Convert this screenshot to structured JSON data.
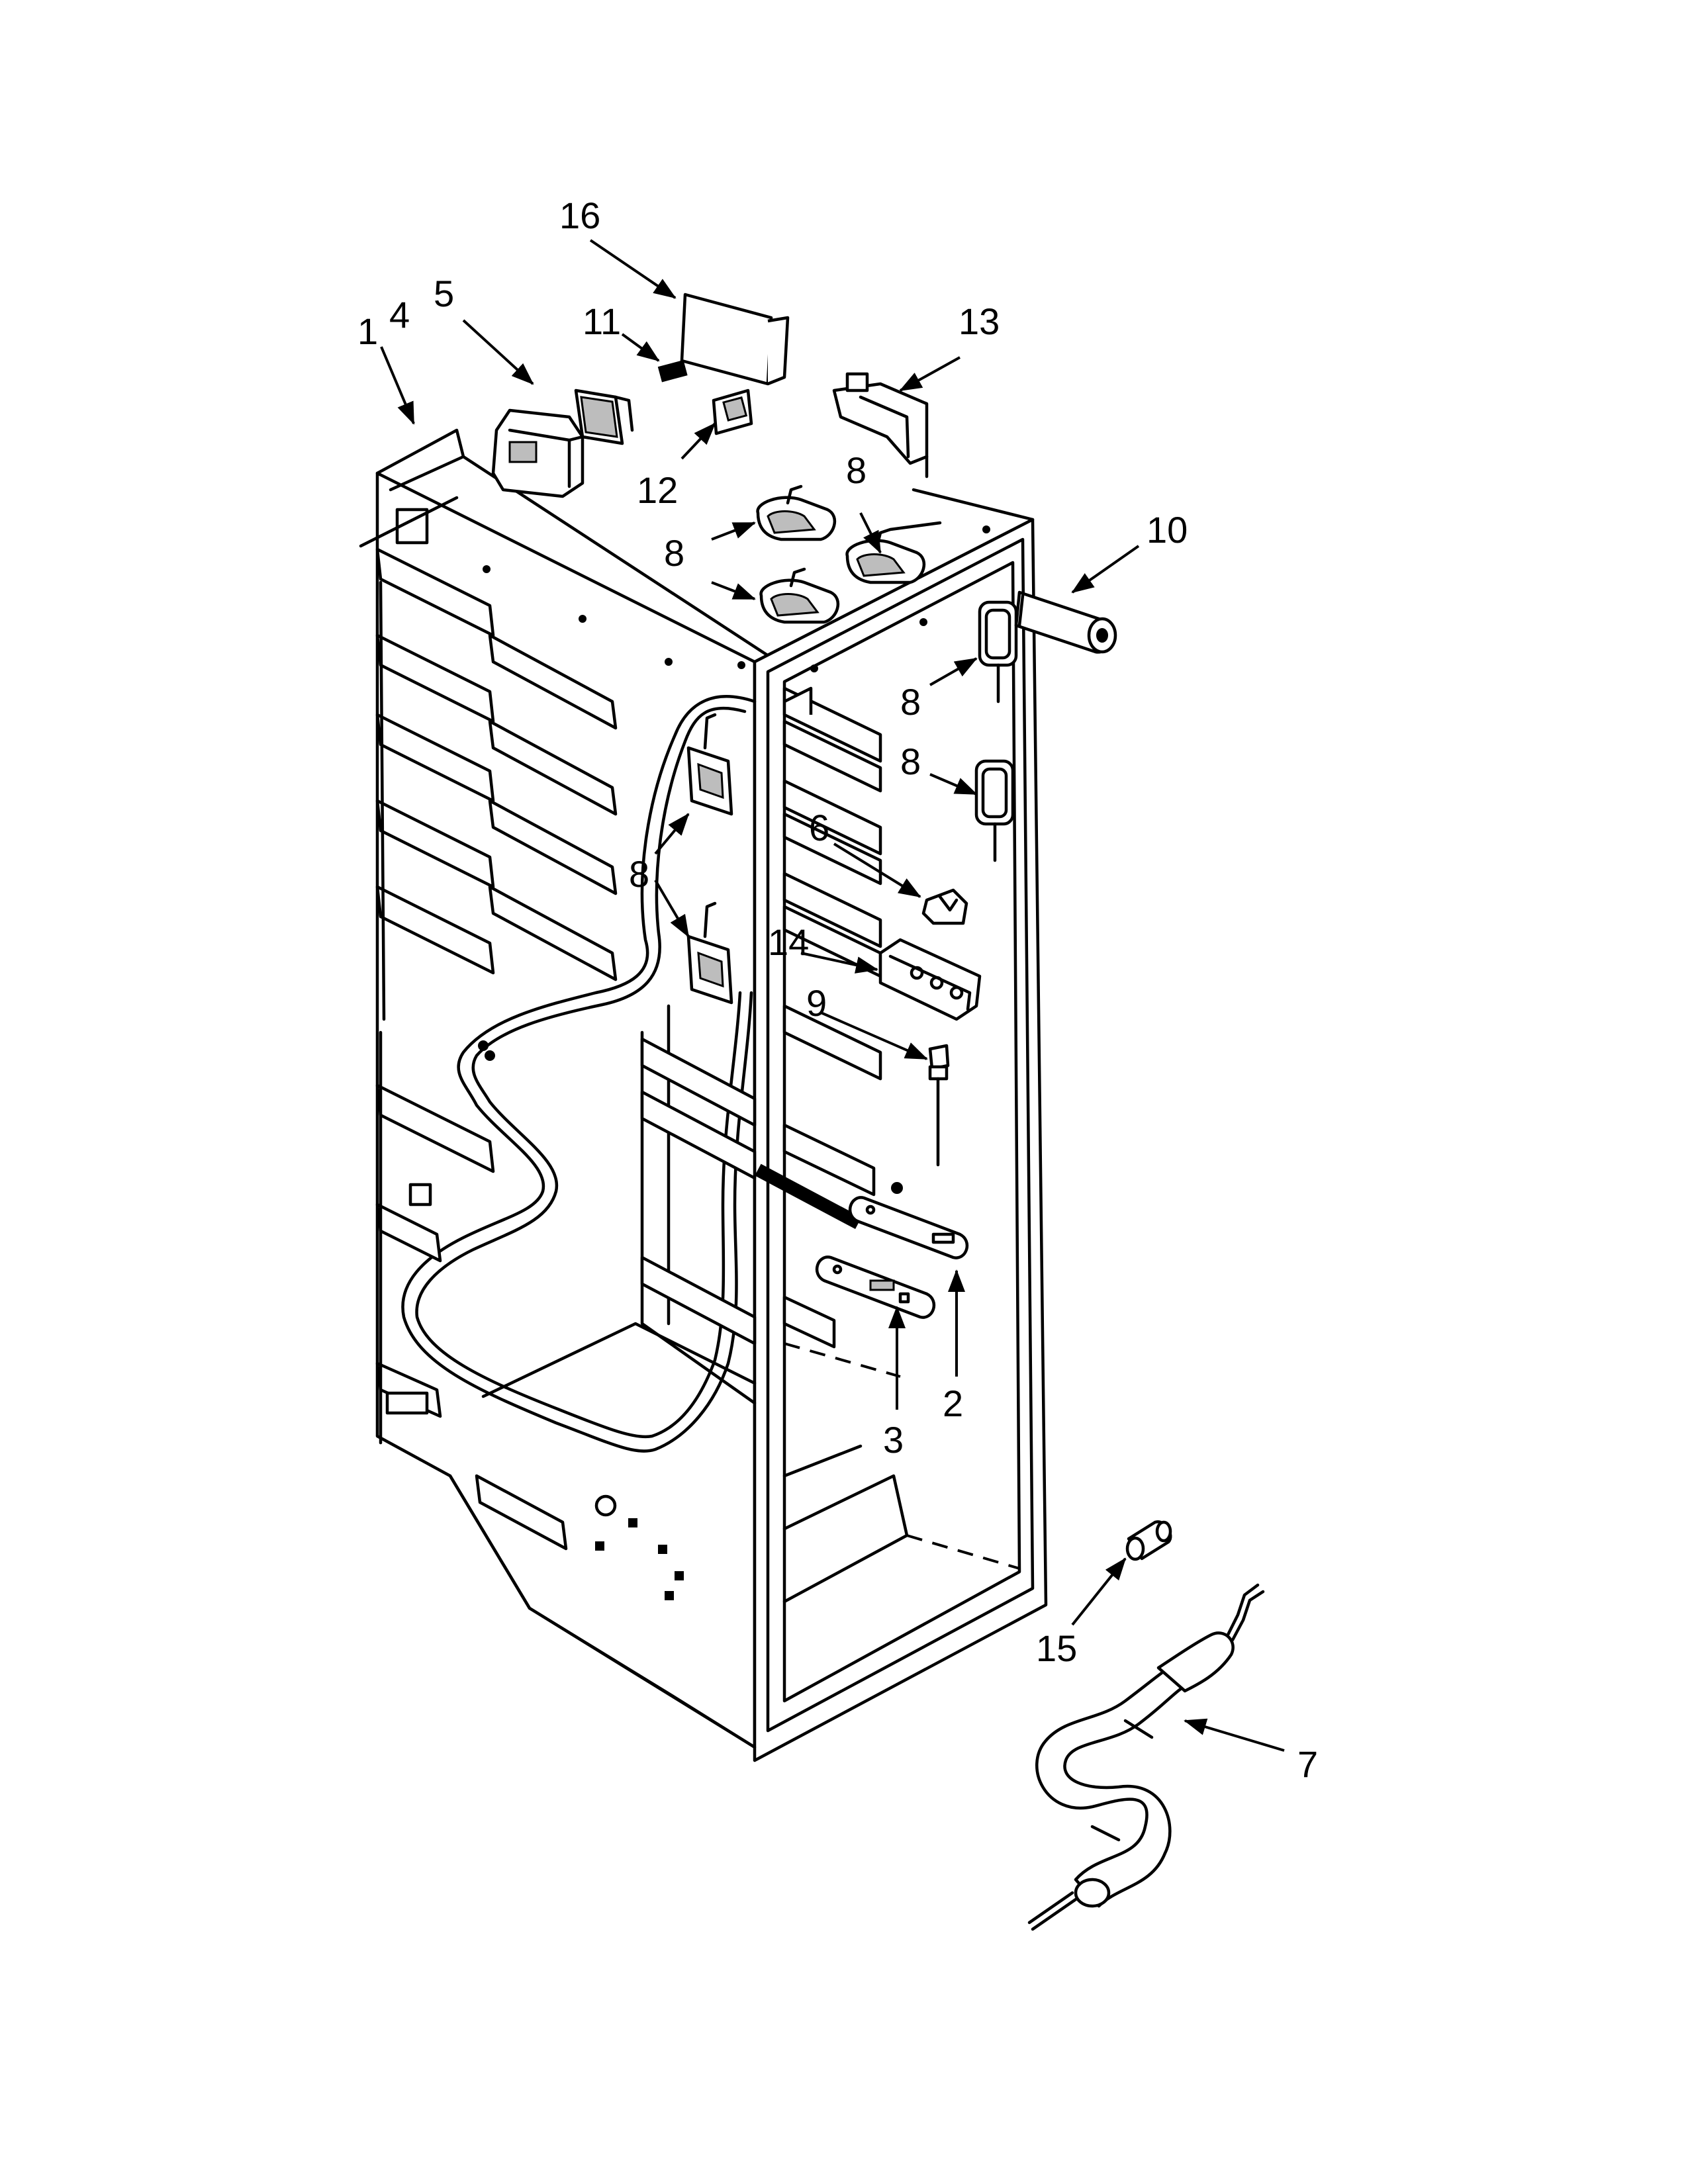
{
  "callouts": [
    {
      "id": "c1",
      "text": "1"
    },
    {
      "id": "c2",
      "text": "2"
    },
    {
      "id": "c3",
      "text": "3"
    },
    {
      "id": "c4",
      "text": "4"
    },
    {
      "id": "c5",
      "text": "5"
    },
    {
      "id": "c6",
      "text": "6"
    },
    {
      "id": "c7",
      "text": "7"
    },
    {
      "id": "c8a",
      "text": "8"
    },
    {
      "id": "c8b",
      "text": "8"
    },
    {
      "id": "c8c",
      "text": "8"
    },
    {
      "id": "c8d",
      "text": "8"
    },
    {
      "id": "c8e",
      "text": "8"
    },
    {
      "id": "c9",
      "text": "9"
    },
    {
      "id": "c10",
      "text": "10"
    },
    {
      "id": "c11",
      "text": "11"
    },
    {
      "id": "c12",
      "text": "12"
    },
    {
      "id": "c13",
      "text": "13"
    },
    {
      "id": "c14",
      "text": "14"
    },
    {
      "id": "c15",
      "text": "15"
    },
    {
      "id": "c16",
      "text": "16"
    }
  ]
}
